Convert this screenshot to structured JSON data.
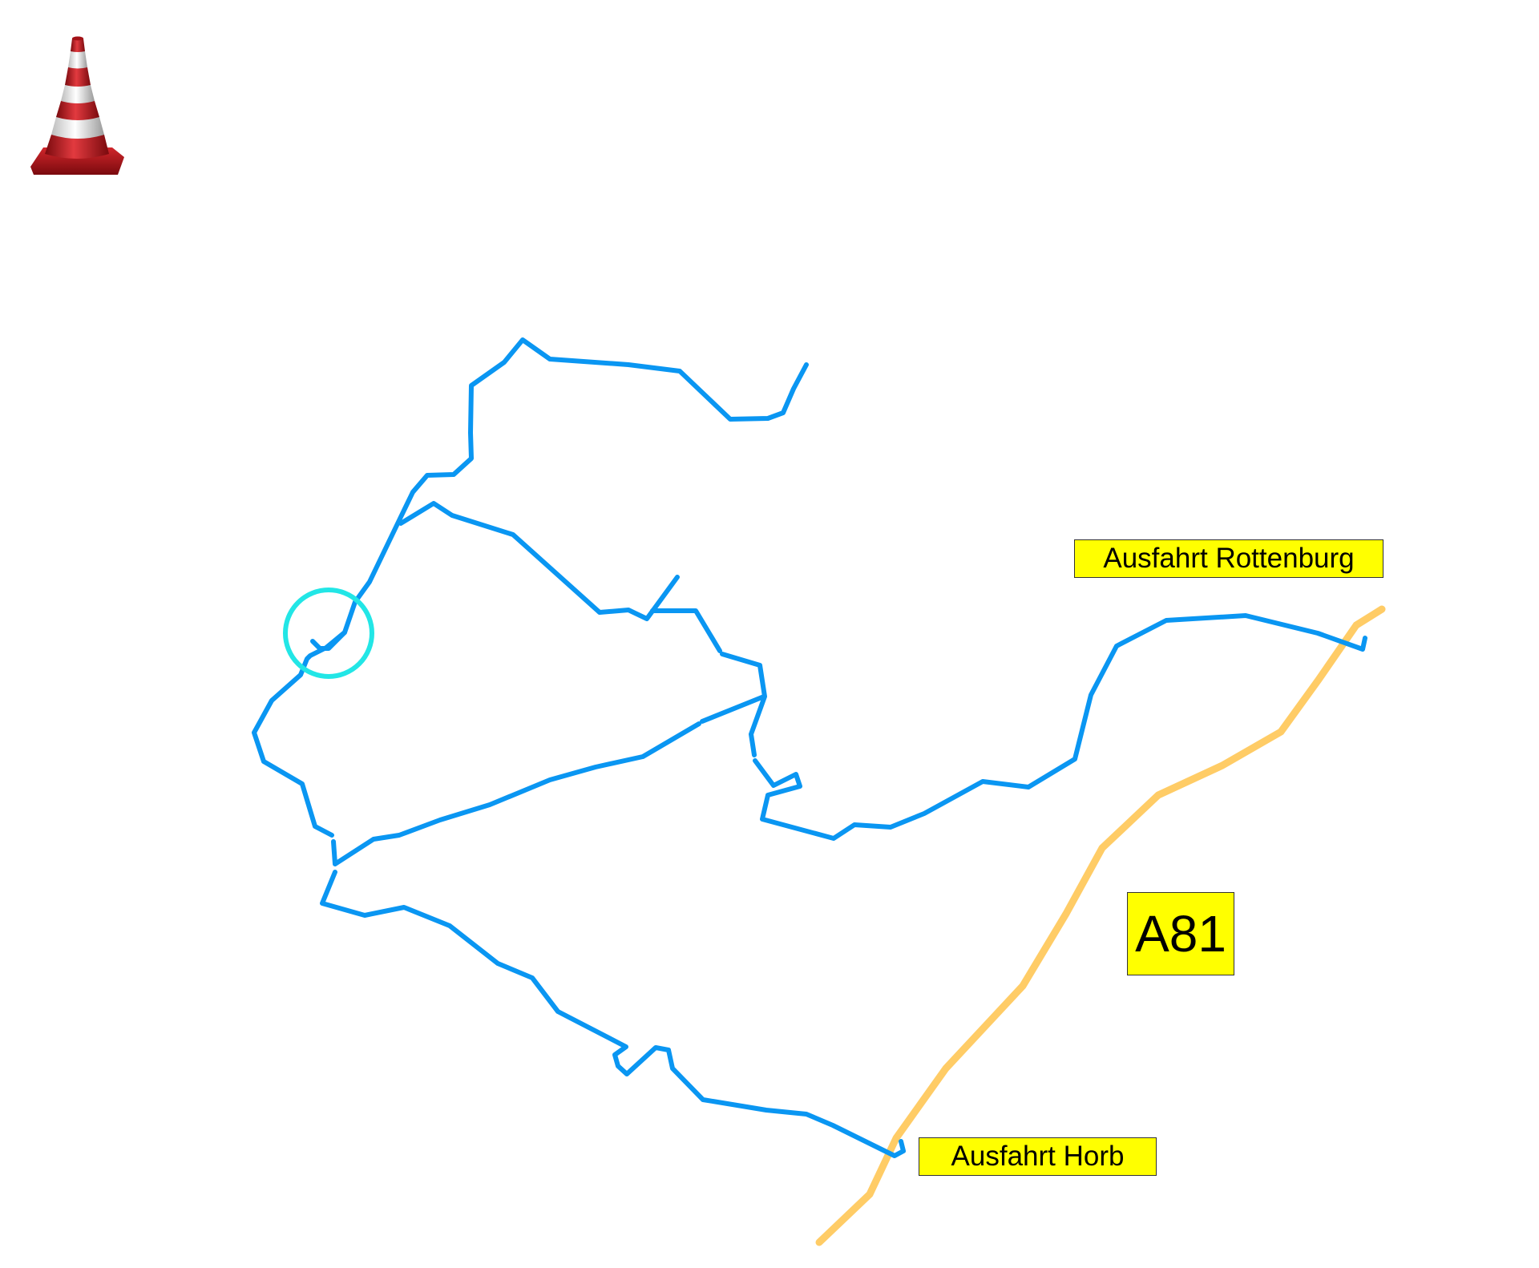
{
  "map": {
    "labels": {
      "rottenburg": "Ausfahrt Rottenburg",
      "highway": "A81",
      "horb": "Ausfahrt Horb"
    },
    "icons": {
      "traffic_cone": "traffic-cone-icon"
    },
    "colors": {
      "route": "#0a96f2",
      "highway": "#ffcc66",
      "highlight_circle": "#22e6e6",
      "label_background": "#ffff00",
      "cone_red": "#c0161c"
    }
  }
}
